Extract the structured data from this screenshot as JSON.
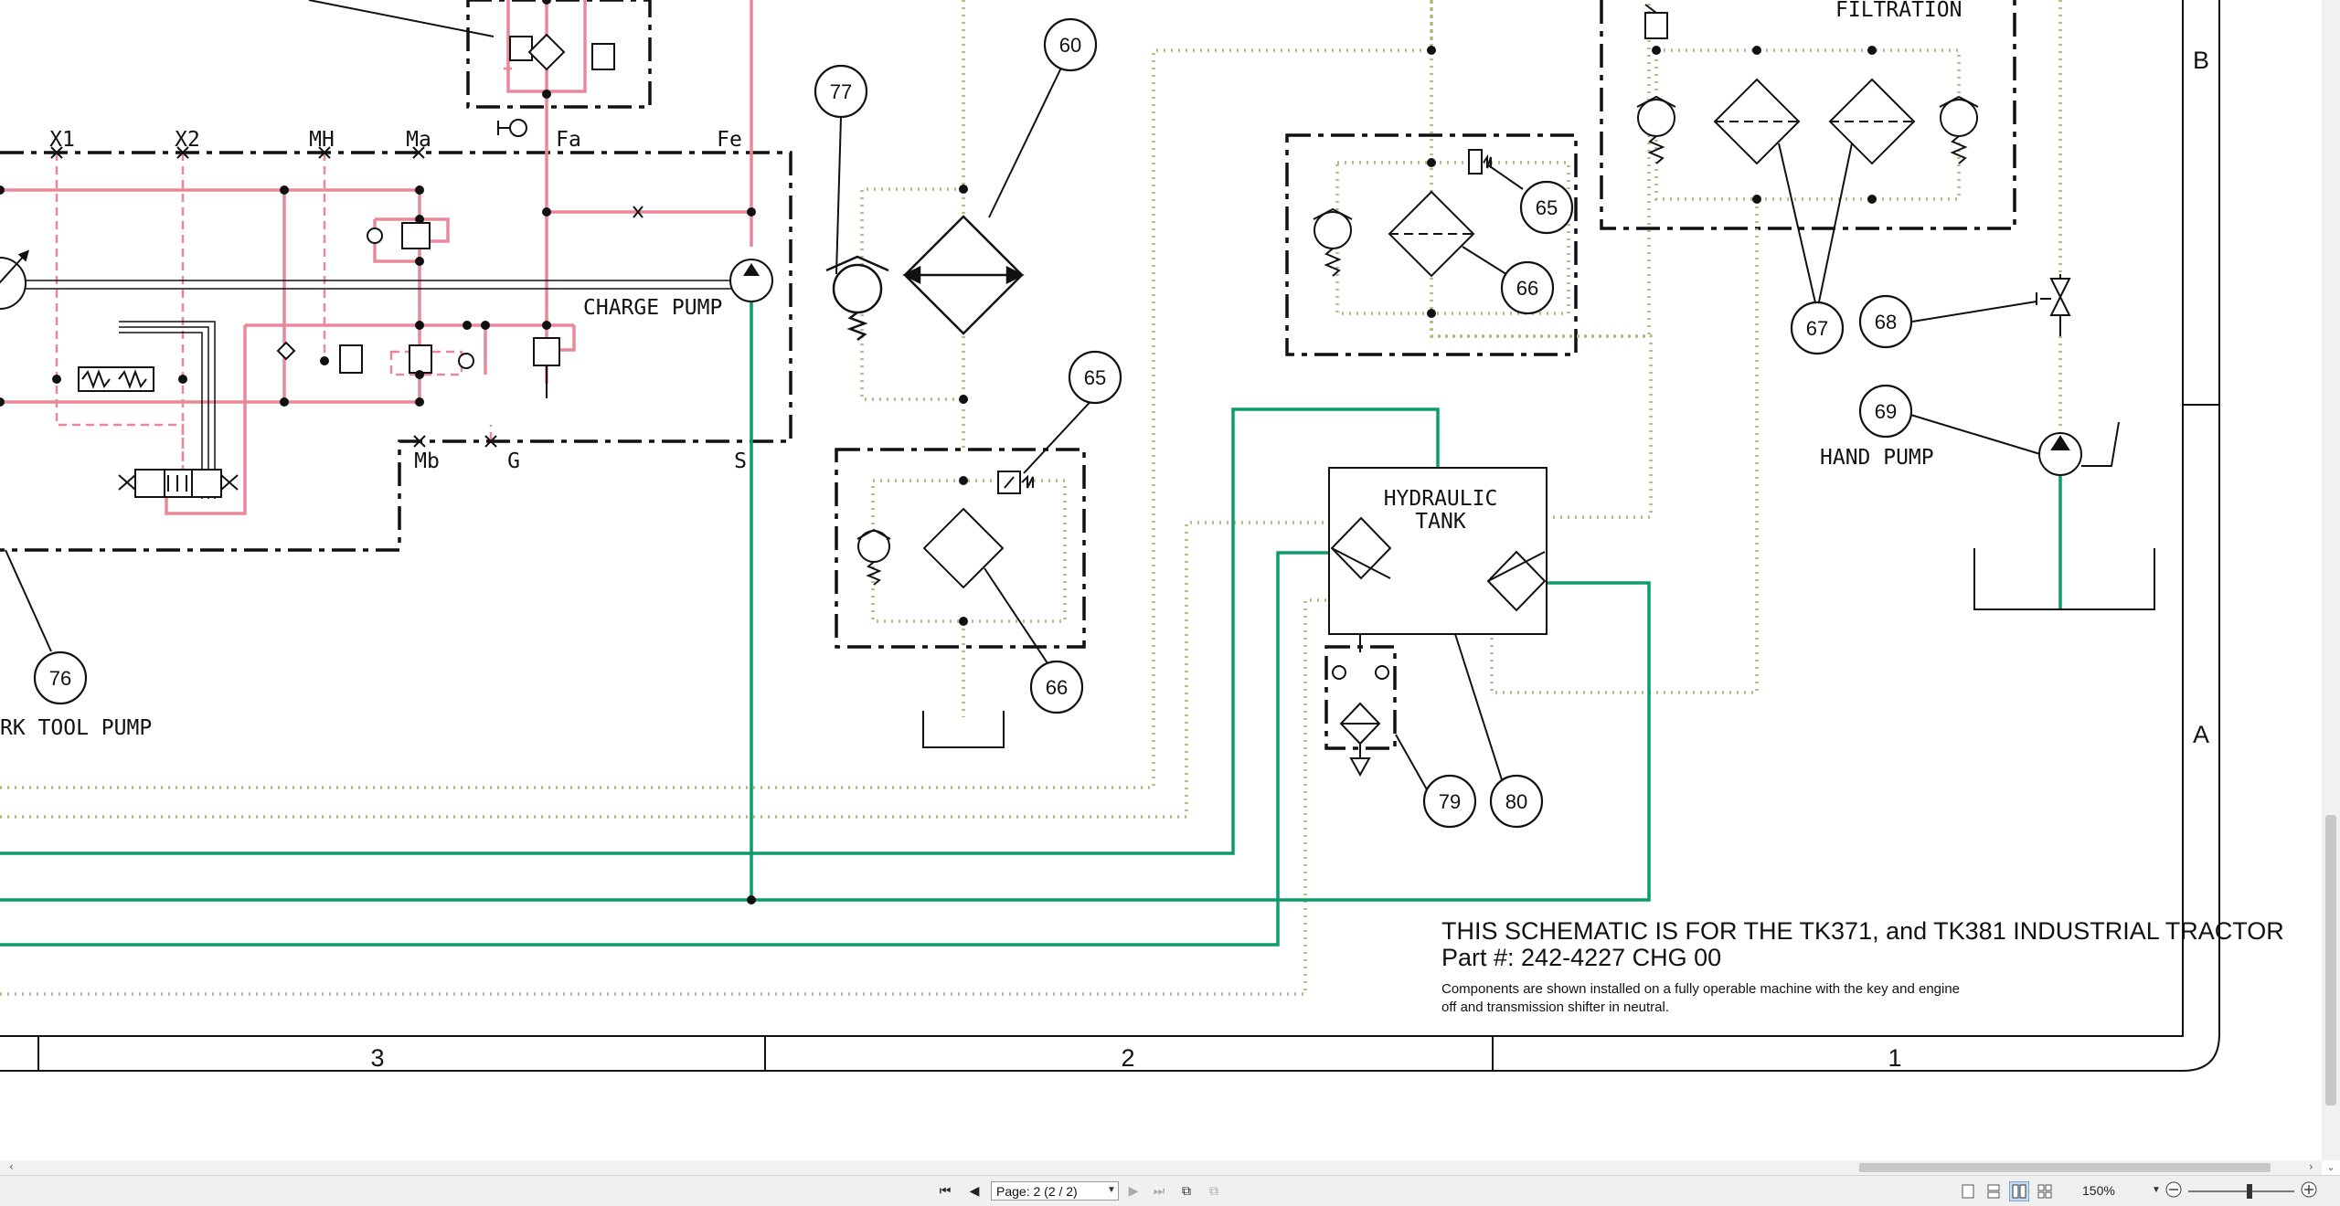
{
  "document": {
    "callouts": [
      "77",
      "60",
      "65",
      "66",
      "65",
      "66",
      "67",
      "68",
      "69",
      "79",
      "80",
      "76"
    ],
    "port_labels": {
      "x1": "X1",
      "x2": "X2",
      "mh": "MH",
      "ma": "Ma",
      "fa": "Fa",
      "fe": "Fe",
      "mb": "Mb",
      "g": "G",
      "s": "S"
    },
    "component_labels": {
      "charge_pump": "CHARGE PUMP",
      "filtration": "FILTRATION",
      "hydraulic_tank_line1": "HYDRAULIC",
      "hydraulic_tank_line2": "TANK",
      "hand_pump": "HAND PUMP",
      "work_tool_pump_partial": "RK TOOL PUMP"
    },
    "zone_rows": [
      "B",
      "A"
    ],
    "zone_cols": [
      "3",
      "2",
      "1"
    ],
    "notes": {
      "title": "THIS SCHEMATIC IS FOR THE TK371, and TK381 INDUSTRIAL TRACTOR",
      "part": "Part #: 242-4227 CHG 00",
      "desc_line1": "Components are shown installed on a fully operable machine with the key and engine",
      "desc_line2": "off and transmission shifter in neutral."
    },
    "colors": {
      "pressure": "#e88898",
      "return": "#0c9c6c",
      "drain": "#b4b87e",
      "line": "#111111"
    }
  },
  "statusbar": {
    "page_field": "Page: 2 (2 / 2)",
    "zoom": "150%"
  }
}
